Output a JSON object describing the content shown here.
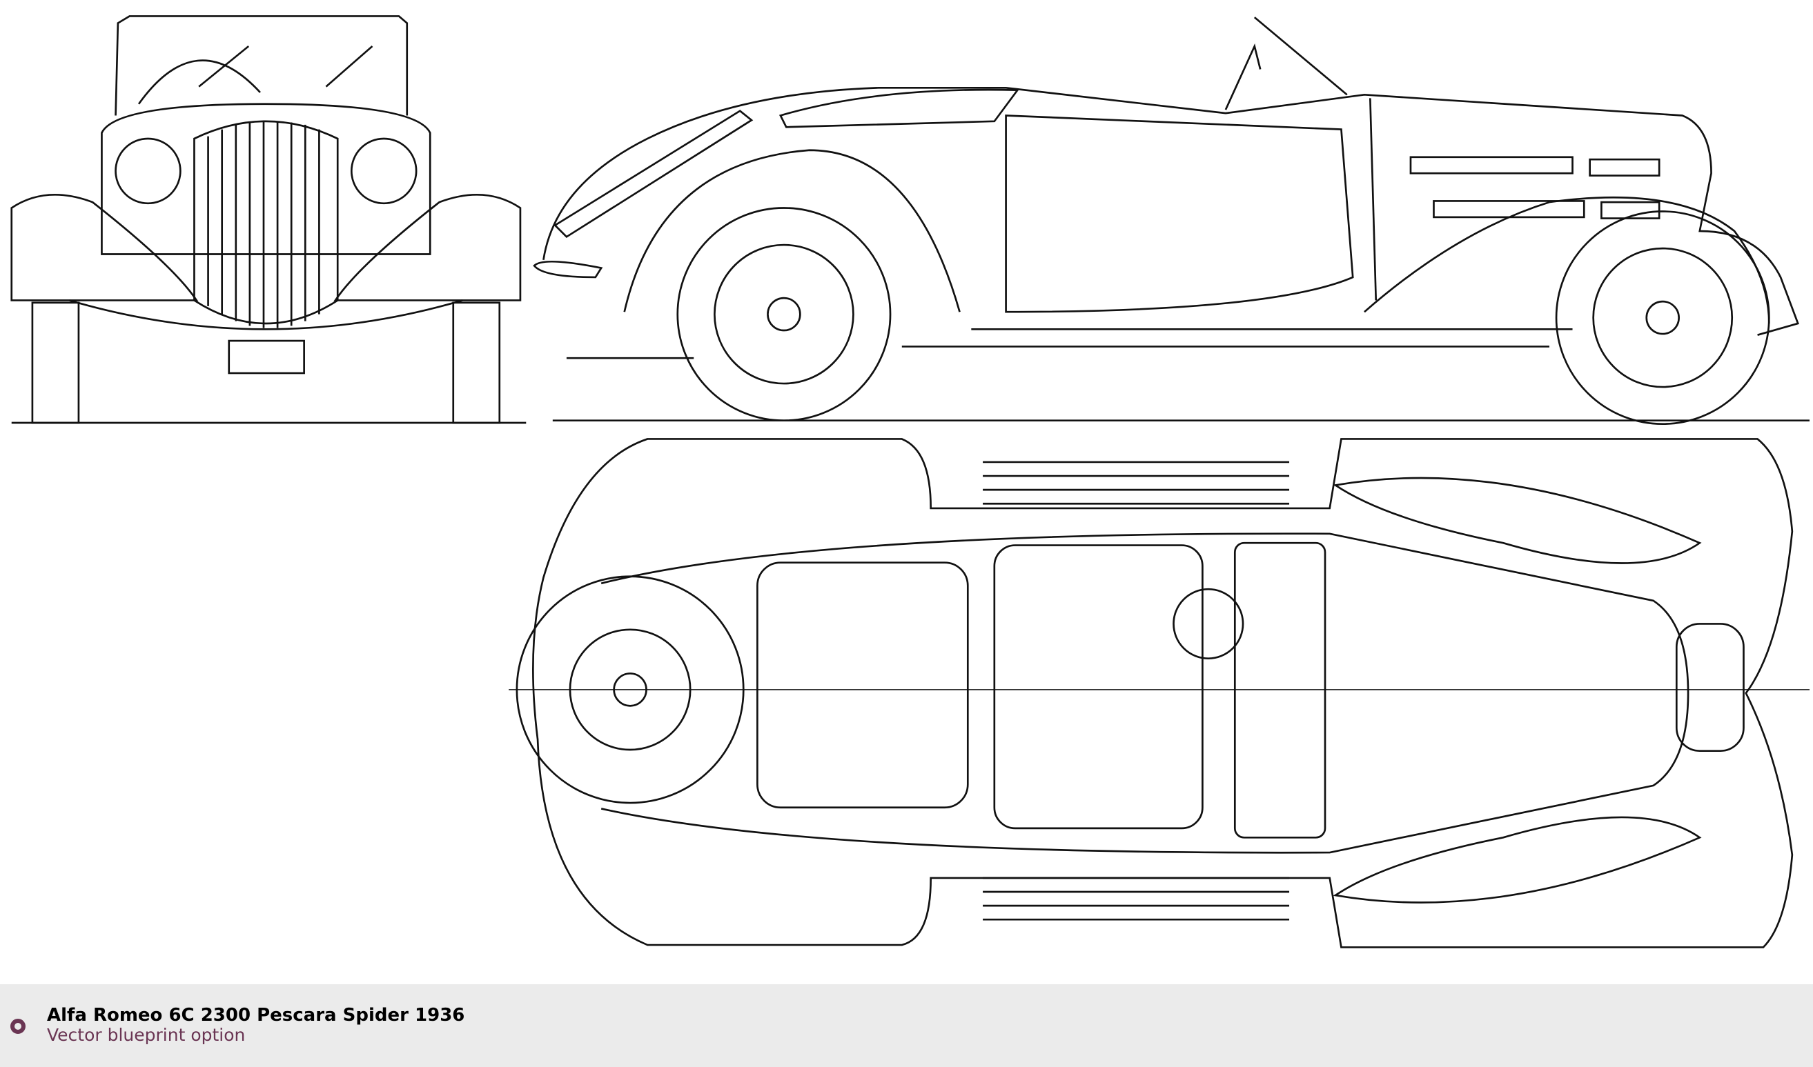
{
  "caption": {
    "title": "Alfa Romeo 6C 2300 Pescara Spider 1936",
    "subtitle": "Vector blueprint option",
    "bullet_icon": "circle-icon",
    "accent_color": "#6a3553",
    "footer_bg": "#ebebeb"
  },
  "views": [
    "front",
    "side",
    "top"
  ]
}
